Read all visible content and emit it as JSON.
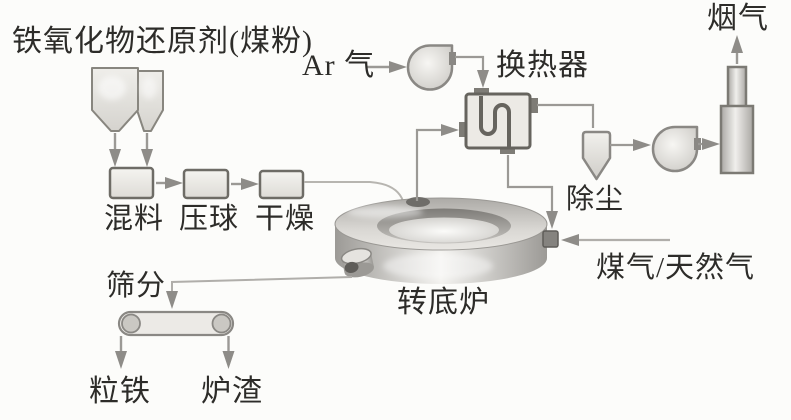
{
  "figure": {
    "type": "process-flow-diagram",
    "subject": "转底炉",
    "labels": {
      "iron_oxide": "铁氧化物",
      "reductant": "还原剂(煤粉)",
      "ar_gas": "Ar 气",
      "heat_exchanger": "换热器",
      "flue_gas": "烟气",
      "mixing": "混料",
      "briquetting": "压球",
      "drying": "干燥",
      "dust_removal": "除尘",
      "furnace": "转底炉",
      "fuel_gas": "煤气/天然气",
      "screening": "筛分",
      "granular_iron": "粒铁",
      "slag": "炉渣"
    },
    "icons": [
      "hopper-icon",
      "process-box-icon",
      "blower-icon",
      "heat-exchanger-coil-icon",
      "cyclone-dust-collector-icon",
      "chimney-stack-icon",
      "rotary-hearth-ring-icon",
      "conveyor-icon",
      "arrow-icon"
    ],
    "edges": [
      [
        "iron_oxide",
        "mixing"
      ],
      [
        "reductant",
        "mixing"
      ],
      [
        "mixing",
        "briquetting"
      ],
      [
        "briquetting",
        "drying"
      ],
      [
        "drying",
        "furnace"
      ],
      [
        "furnace",
        "heat_exchanger"
      ],
      [
        "ar_gas",
        "ar_blower"
      ],
      [
        "ar_blower",
        "heat_exchanger"
      ],
      [
        "heat_exchanger",
        "furnace"
      ],
      [
        "heat_exchanger",
        "dust_removal"
      ],
      [
        "dust_removal",
        "flue_blower"
      ],
      [
        "flue_blower",
        "stack"
      ],
      [
        "stack",
        "flue_gas"
      ],
      [
        "fuel_gas",
        "furnace"
      ],
      [
        "furnace",
        "screening"
      ],
      [
        "screening",
        "granular_iron"
      ],
      [
        "screening",
        "slag"
      ]
    ],
    "colors": {
      "background": "#fcfcfa",
      "line": "#9b9995",
      "arrowhead": "#8e8c88",
      "shape_border": "#6e6c66",
      "shape_fill": "#edebe6",
      "text": "#2d2c29"
    }
  }
}
